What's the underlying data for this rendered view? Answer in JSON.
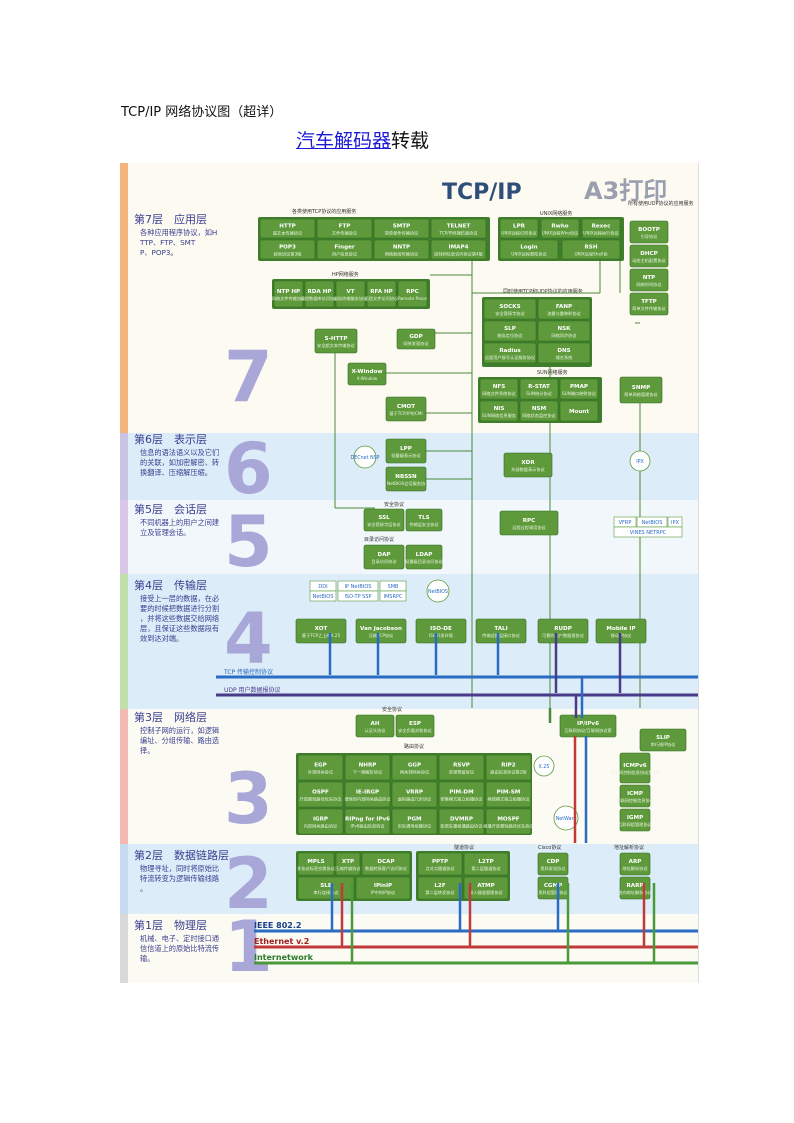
{
  "doc": {
    "title": "TCP/IP 网络协议图（超详）",
    "subtitle_link": "汽车解码器",
    "subtitle_rest": "转载"
  },
  "poster": {
    "main_title": "TCP/IP",
    "logo": "A3打印",
    "colors": {
      "box": "#5e9a3c",
      "box_border": "#2f6a1e",
      "band_blue": "#d9ebf7",
      "tcp_line": "#2a6bc4",
      "udp_line": "#4a3a8a"
    },
    "layers": [
      {
        "name": "第7层　应用层",
        "desc": "各种应用程序协议，如HTTP、FTP、SMTP、POP3。",
        "num": "7"
      },
      {
        "name": "第6层　表示层",
        "desc": "信息的语法语义以及它们的关联，如加密解密、转换翻译、压缩解压缩。",
        "num": "6"
      },
      {
        "name": "第5层　会话层",
        "desc": "不同机器上的用户之间建立及管理会话。",
        "num": "5"
      },
      {
        "name": "第4层　传输层",
        "desc": "接受上一层的数据，在必要的时候把数据进行分割，并将这些数据交给网络层，且保证这些数据段有效到达对端。",
        "num": "4"
      },
      {
        "name": "第3层　网络层",
        "desc": "控制子网的运行，如逻辑编址、分组传输、路由选择。",
        "num": "3"
      },
      {
        "name": "第2层　数据链路层",
        "desc": "物理寻址，同时将原始比特流转变为逻辑传输线路。",
        "num": "2"
      },
      {
        "name": "第1层　物理层",
        "desc": "机械、电子、定时接口通信信道上的原始比特流传输。",
        "num": "1"
      }
    ],
    "group_labels": {
      "tcp_services": "各类使用TCP协议的应用服务",
      "unix": "UNIX网络服务",
      "udp_services": "所有使用UDP协议的应用服务",
      "hp": "HP网络服务",
      "tcp_udp": "同时使用TCP和UDP协议的应用服务",
      "sun": "SUN网络服务",
      "security": "安全协议",
      "netbios": "目录访问协议",
      "routing": "路由协议",
      "tunnel": "隧道协议",
      "cisco": "Cisco协议",
      "addr": "地址解析协议",
      "sec3": "安全协议"
    },
    "lines": {
      "tcp": "TCP 传输控制协议",
      "udp": "UDP 用户数据报协议"
    },
    "phys": [
      "IEEE 802.2",
      "Ethernet v.2",
      "Internetwork"
    ],
    "boxes_app": [
      {
        "t": "HTTP",
        "s": "超文本传输协议"
      },
      {
        "t": "FTP",
        "s": "文件传输协议"
      },
      {
        "t": "SMTP",
        "s": "简单邮件传输协议"
      },
      {
        "t": "TELNET",
        "s": "TCP/IP终端仿真协议"
      },
      {
        "t": "POP3",
        "s": "邮局协议第3版"
      },
      {
        "t": "Finger",
        "s": "用户信息协议"
      },
      {
        "t": "NNTP",
        "s": "网络新闻传输协议"
      },
      {
        "t": "IMAP4",
        "s": "因特网信息访问协议第4版"
      }
    ],
    "boxes_unix": [
      {
        "t": "LPR",
        "s": "UNIX远程打印协议"
      },
      {
        "t": "Rwho",
        "s": "UNIX远程Who协议"
      },
      {
        "t": "Rexec",
        "s": "UNIX远程执行协议"
      },
      {
        "t": "Login",
        "s": "UNIX远程登陆协议"
      },
      {
        "t": "RSH",
        "s": "UNIX远程Shell协议"
      }
    ],
    "boxes_udp": [
      {
        "t": "BOOTP",
        "s": "引导协议"
      },
      {
        "t": "DHCP",
        "s": "动态主机配置协议"
      },
      {
        "t": "NTP",
        "s": "网络时间协议"
      },
      {
        "t": "TFTP",
        "s": "简单文件传输协议"
      }
    ],
    "boxes_hp": [
      {
        "t": "NTP HP",
        "s": "网络文件传输协议"
      },
      {
        "t": "RDA HP",
        "s": "远程数据库访问协议"
      },
      {
        "t": "VT",
        "s": "虚拟终端服务协议"
      },
      {
        "t": "RFA HP",
        "s": "远程文件访问协议"
      },
      {
        "t": "RPC",
        "s": "Remote Process Comm."
      }
    ],
    "boxes_tu": [
      {
        "t": "SOCKS",
        "s": "安全套接字协议"
      },
      {
        "t": "FANP",
        "s": "流量与重映射协议"
      },
      {
        "t": "SLP",
        "s": "服务定位协议"
      },
      {
        "t": "NSK",
        "s": "网络同步协议"
      },
      {
        "t": "Radius",
        "s": "远程用户拨号认证服务协议"
      },
      {
        "t": "DNS",
        "s": "域名系统"
      }
    ],
    "boxes_sun": [
      {
        "t": "NFS",
        "s": "网络文件系统协议"
      },
      {
        "t": "R-STAT",
        "s": "SUN统计协议"
      },
      {
        "t": "PMAP",
        "s": "SUN端口映射协议"
      },
      {
        "t": "NIS",
        "s": "SUN网络信息服务"
      },
      {
        "t": "NSM",
        "s": "网络状态监控协议"
      },
      {
        "t": "Mount",
        "s": ""
      }
    ],
    "boxes_misc7": [
      {
        "t": "S-HTTP",
        "s": "安全超文本传输协议"
      },
      {
        "t": "GDP",
        "s": "网关发现协议"
      },
      {
        "t": "X-Window",
        "s": "X-Window"
      },
      {
        "t": "CMOT",
        "s": "基于TCP/IP的CMIP协议"
      },
      {
        "t": "SNMP",
        "s": "简单网络管理协议"
      }
    ],
    "boxes6": [
      {
        "t": "LPP",
        "s": "轻量级表示协议"
      },
      {
        "t": "NBSSN",
        "s": "NetBIOS会话服务协议"
      },
      {
        "t": "XDR",
        "s": "外部数据表示协议"
      }
    ],
    "circles": [
      "DECnet NSP",
      "IPX",
      "NetBIOS",
      "X.25",
      "NetWare"
    ],
    "boxes5": [
      {
        "t": "SSL",
        "s": "安全套接字层协议"
      },
      {
        "t": "TLS",
        "s": "传输层安全协议"
      },
      {
        "t": "DAP",
        "s": "目录访问协议"
      },
      {
        "t": "LDAP",
        "s": "轻量级目录访问协议"
      },
      {
        "t": "RPC",
        "s": "远程过程调用协议"
      }
    ],
    "small5": [
      "VFRP",
      "NetBIOS",
      "IPX",
      "VINES NETRPC"
    ],
    "small4": [
      "DDI",
      "IP NetBIOS",
      "SMB",
      "NetBIOS",
      "ISO-TP SSP",
      "IMSRPC"
    ],
    "boxes4": [
      {
        "t": "XOT",
        "s": "基于TCP之上的X.25协议"
      },
      {
        "t": "Van Jacobson",
        "s": "压缩TCP协议"
      },
      {
        "t": "ISO-DE",
        "s": "ISO开发环境"
      },
      {
        "t": "TALI",
        "s": "传输适配层接口协议"
      },
      {
        "t": "RUDP",
        "s": "可靠的用户数据报协议"
      },
      {
        "t": "Mobile IP",
        "s": "移动IP协议"
      }
    ],
    "boxes3": [
      {
        "t": "AH",
        "s": "认证头协议"
      },
      {
        "t": "ESP",
        "s": "安全负载封装协议"
      },
      {
        "t": "IP/IPv6",
        "s": "互联网协议/互联网协议第6版"
      },
      {
        "t": "SLIP",
        "s": "串行线IP协议"
      },
      {
        "t": "EGP",
        "s": "外部网关协议"
      },
      {
        "t": "NHRP",
        "s": "下一跳解析协议"
      },
      {
        "t": "GGP",
        "s": "网关到网关协议"
      },
      {
        "t": "RSVP",
        "s": "资源预留协议"
      },
      {
        "t": "RIP2",
        "s": "路由信息协议第2版"
      },
      {
        "t": "OSPF",
        "s": "开放最短路径优先协议"
      },
      {
        "t": "IE-IRGP",
        "s": "增强型内部网关路由协议"
      },
      {
        "t": "VRRP",
        "s": "虚拟路由冗余协议"
      },
      {
        "t": "PIM-DM",
        "s": "密集模式独立组播协议"
      },
      {
        "t": "PIM-SM",
        "s": "稀疏模式独立组播协议"
      },
      {
        "t": "IGRP",
        "s": "内部网关路由协议"
      },
      {
        "t": "RIPng for IPv6",
        "s": "IPv6路由信息协议"
      },
      {
        "t": "PGM",
        "s": "实际通用组播协议"
      },
      {
        "t": "DVMRP",
        "s": "距离矢量组播路由协议"
      },
      {
        "t": "MOSPF",
        "s": "组播开放最短路径优先协议"
      },
      {
        "t": "ICMPv6",
        "s": "互联网控制信息协议第6版"
      },
      {
        "t": "ICMP",
        "s": "互联网控制信息协议"
      },
      {
        "t": "IGMP",
        "s": "互联网组管理协议"
      }
    ],
    "boxes2": [
      {
        "t": "MPLS",
        "s": "多协议标签交换协议"
      },
      {
        "t": "XTP",
        "s": "压缩传输协议"
      },
      {
        "t": "DCAP",
        "s": "数据转接客户访问协议"
      },
      {
        "t": "SLE",
        "s": "串行连接协议"
      },
      {
        "t": "IPinIP",
        "s": "IP中的IP协议"
      },
      {
        "t": "PPTP",
        "s": "点对点隧道协议"
      },
      {
        "t": "L2TP",
        "s": "第二层隧道协议"
      },
      {
        "t": "L2F",
        "s": "第二层转发协议"
      },
      {
        "t": "ATMP",
        "s": "接入隧道管理协议"
      },
      {
        "t": "CDP",
        "s": "思科发现协议"
      },
      {
        "t": "CGMP",
        "s": "思科组管理协议"
      },
      {
        "t": "ARP",
        "s": "地址解析协议"
      },
      {
        "t": "RARP",
        "s": "逆向地址解析协议"
      }
    ]
  }
}
